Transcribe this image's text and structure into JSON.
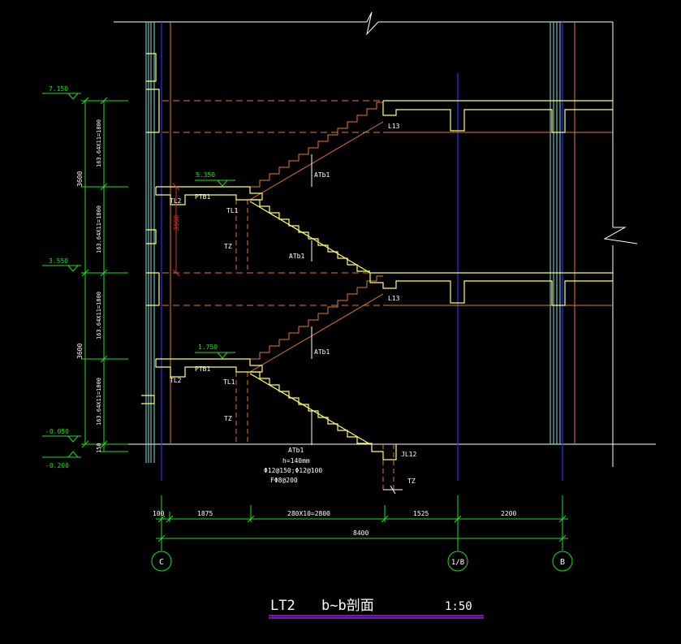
{
  "drawing": {
    "title": "LT2",
    "section_label": "b~b剖面",
    "scale": "1:50"
  },
  "colors": {
    "background": "#000000",
    "structure": "#ffff66",
    "stairs_orange": "#e07a3a",
    "axis_blue": "#3030ff",
    "dimension_green": "#22dd22",
    "text_white": "#ffffff",
    "glass_cyan": "#7fe0e0",
    "title_underline": "#a020f0"
  },
  "elevations": [
    "7.150",
    "5.350",
    "3.550",
    "1.750",
    "-0.050",
    "-0.200"
  ],
  "vertical_dims": {
    "total_left": [
      "3600",
      "3600"
    ],
    "steps": [
      "163.64X11=1800",
      "163.64X11=1800",
      "163.64X11=1800",
      "163.64X11=1800"
    ],
    "base": "150",
    "red_dim": "3600"
  },
  "labels": {
    "ptb1": "PTB1",
    "tl1": "TL1",
    "tl2": "TL2",
    "tz": "TZ",
    "atb1": "ATb1",
    "l13": "L13",
    "jl12": "JL12"
  },
  "note": {
    "name": "ATb1",
    "line1": "h=140mm",
    "line2": "Φ12@150;Φ12@100",
    "line3": "FΦ8@200"
  },
  "horizontal_dims": {
    "segments": [
      "100",
      "1875",
      "280X10=2800",
      "1525",
      "2200"
    ],
    "total": "8400"
  },
  "axes": [
    "C",
    "1/B",
    "B"
  ]
}
